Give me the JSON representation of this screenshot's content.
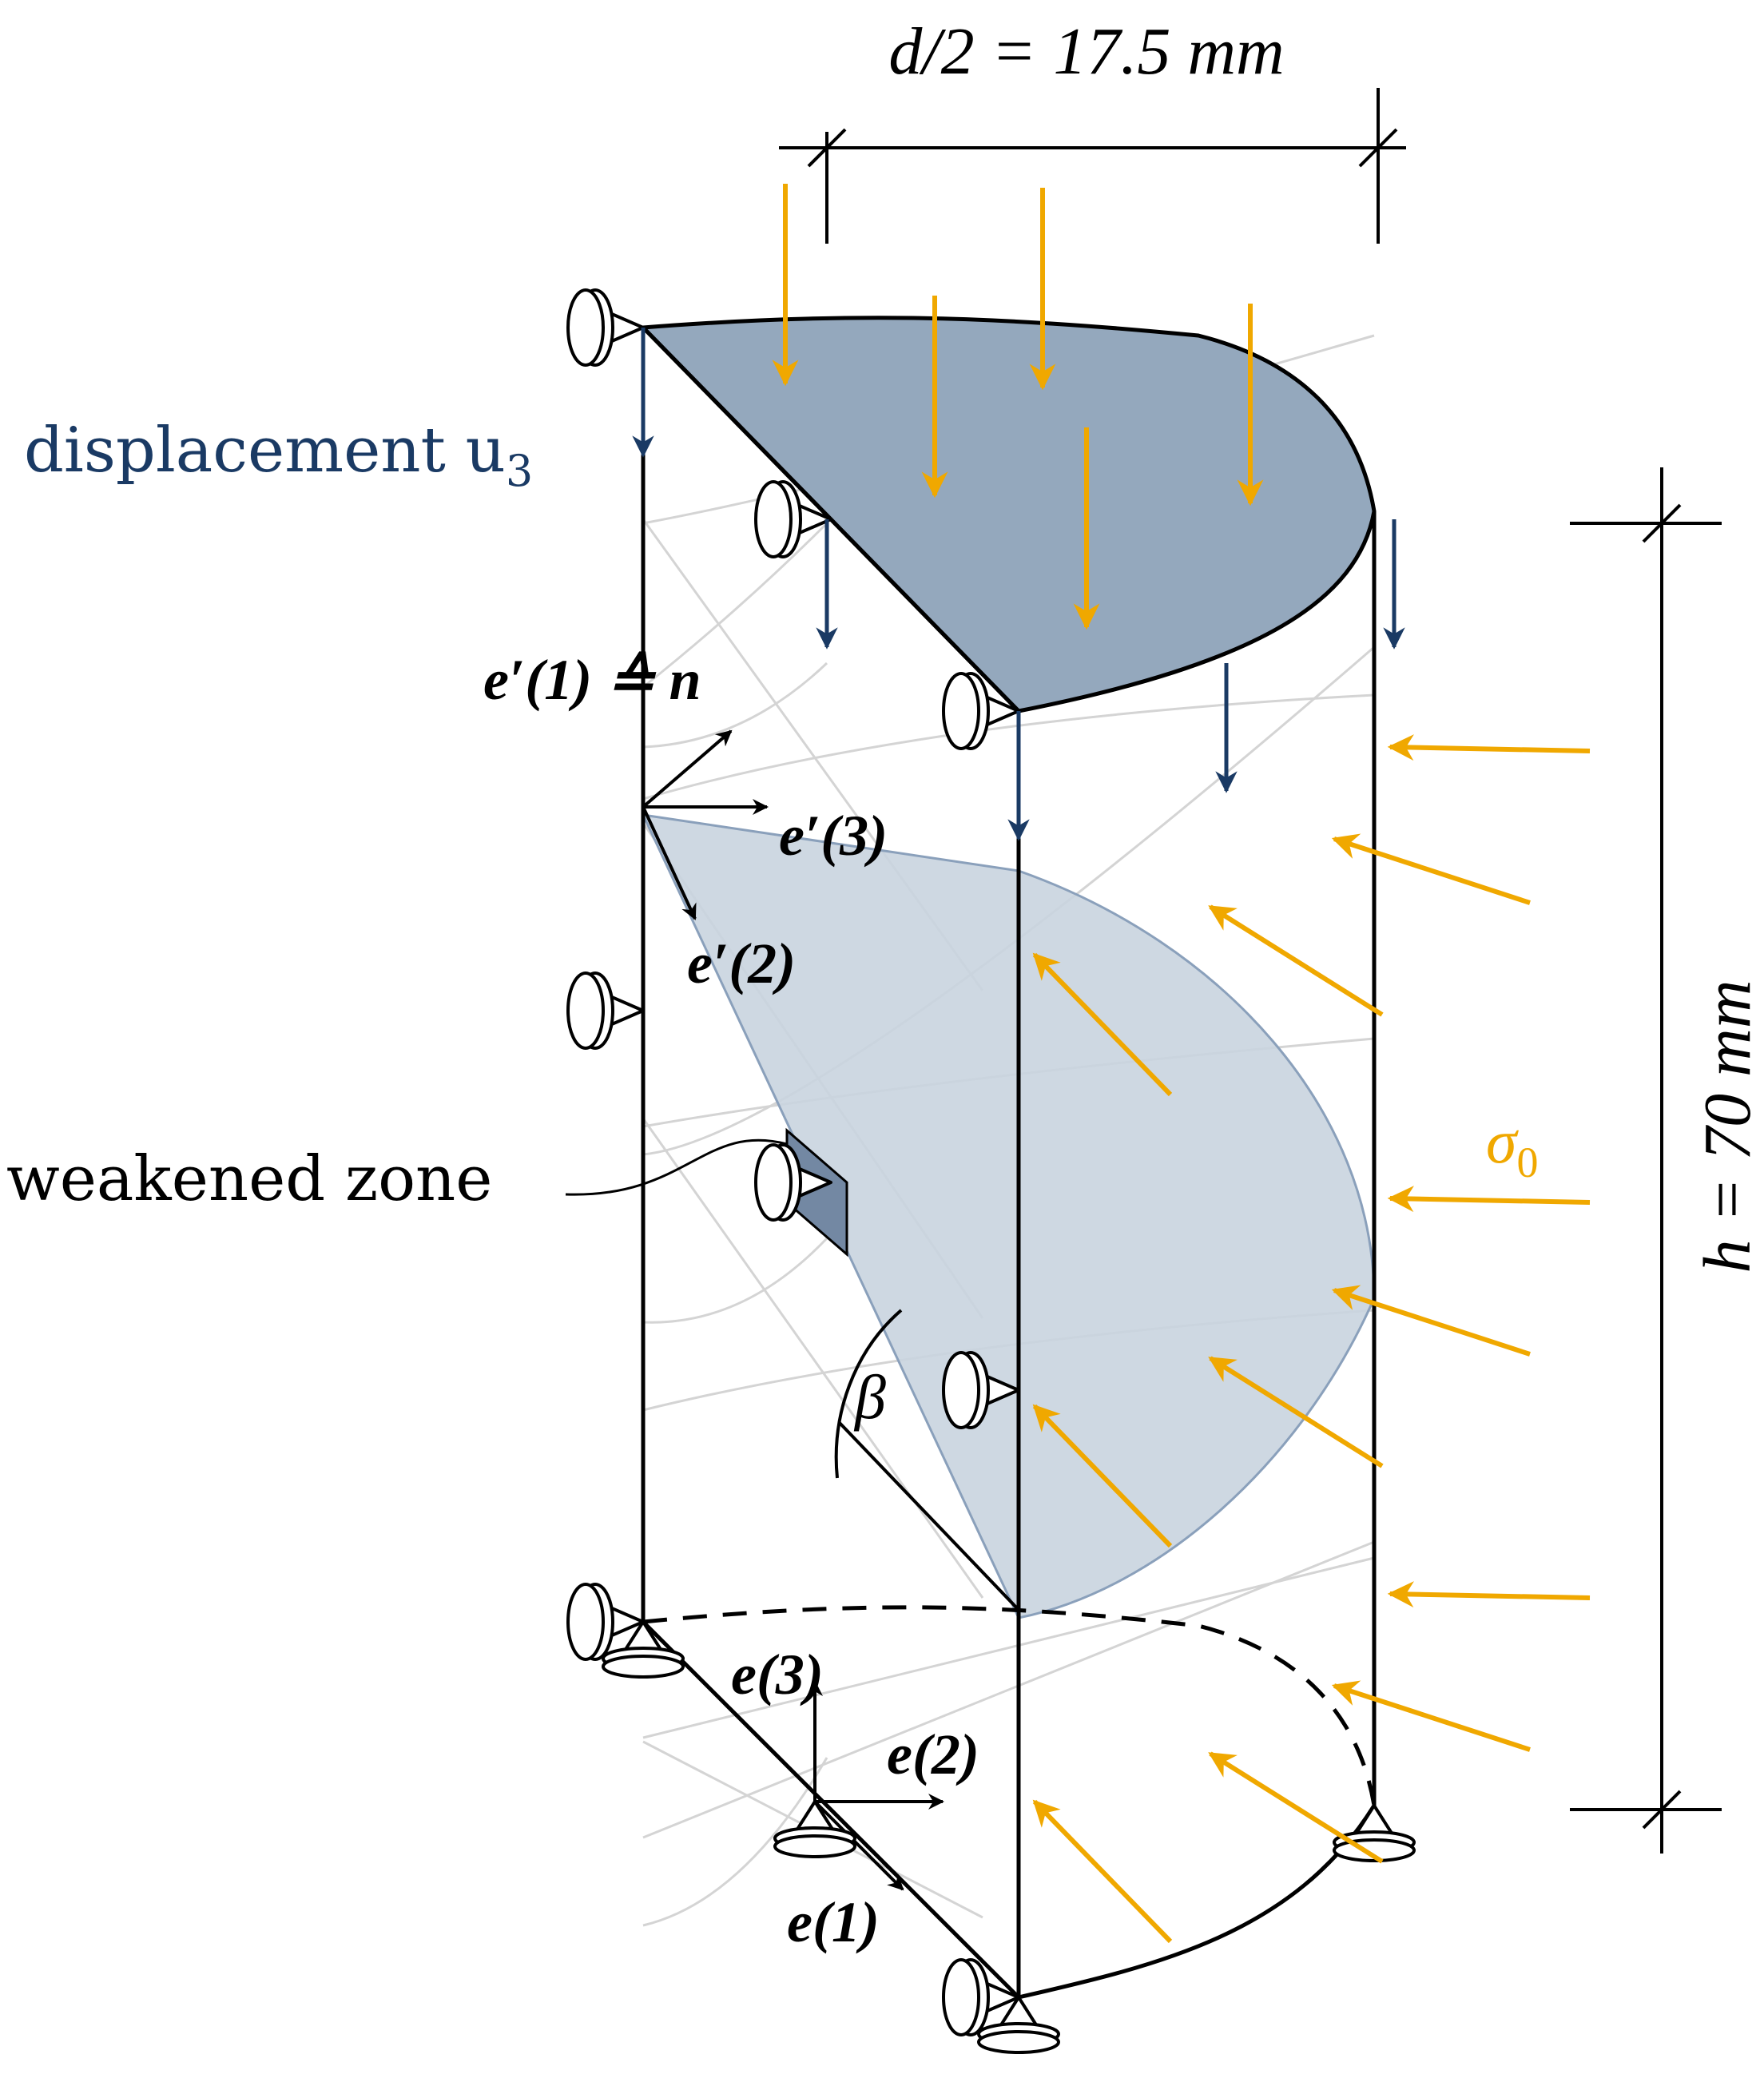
{
  "labels": {
    "dimension_width": "d/2 = 17.5 mm",
    "dimension_height": "h = 70 mm",
    "displacement": "displacement u",
    "displacement_sub": "3",
    "stress": "σ",
    "stress_sub": "0",
    "weakened_zone": "weakened zone",
    "angle": "β",
    "basis_local_1": "e′(1) ≙ n",
    "basis_local_2": "e′(2)",
    "basis_local_3": "e′(3)",
    "basis_global_1": "e(1)",
    "basis_global_2": "e(2)",
    "basis_global_3": "e(3)"
  },
  "colors": {
    "navy": "#1a3a64",
    "orange": "#f0a800",
    "top_face_fill": "#94a8bd",
    "plane_fill": "#c9d4df",
    "plane_stroke": "#8aa0bb",
    "zone_fill": "#7388a3",
    "guide_line": "#cfcfcf",
    "ink": "#000000"
  }
}
